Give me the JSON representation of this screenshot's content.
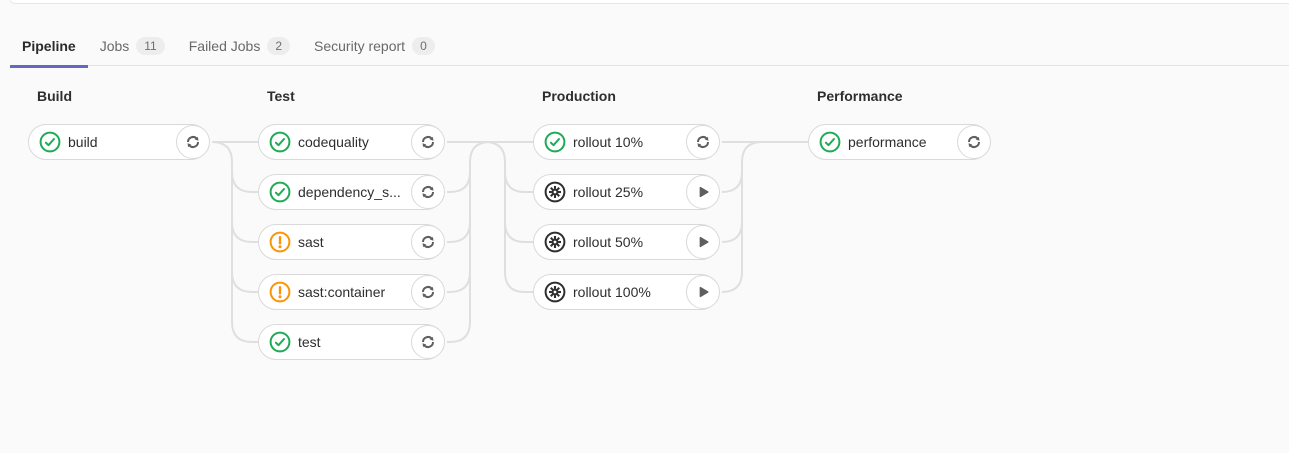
{
  "tabs": [
    {
      "label": "Pipeline",
      "active": true
    },
    {
      "label": "Jobs",
      "count": "11",
      "active": false
    },
    {
      "label": "Failed Jobs",
      "count": "2",
      "active": false
    },
    {
      "label": "Security report",
      "count": "0",
      "active": false
    }
  ],
  "pipeline": {
    "stages": [
      {
        "title": "Build",
        "jobs": [
          {
            "name": "build",
            "status": "success",
            "action": "retry"
          }
        ]
      },
      {
        "title": "Test",
        "jobs": [
          {
            "name": "codequality",
            "status": "success",
            "action": "retry"
          },
          {
            "name": "dependency_s...",
            "status": "success",
            "action": "retry"
          },
          {
            "name": "sast",
            "status": "warning",
            "action": "retry"
          },
          {
            "name": "sast:container",
            "status": "warning",
            "action": "retry"
          },
          {
            "name": "test",
            "status": "success",
            "action": "retry"
          }
        ]
      },
      {
        "title": "Production",
        "jobs": [
          {
            "name": "rollout 10%",
            "status": "success",
            "action": "retry"
          },
          {
            "name": "rollout 25%",
            "status": "manual",
            "action": "play"
          },
          {
            "name": "rollout 50%",
            "status": "manual",
            "action": "play"
          },
          {
            "name": "rollout 100%",
            "status": "manual",
            "action": "play"
          }
        ]
      },
      {
        "title": "Performance",
        "jobs": [
          {
            "name": "performance",
            "status": "success",
            "action": "retry"
          }
        ]
      }
    ]
  },
  "colors": {
    "success": "#1faa55",
    "warning": "#fc9403",
    "manual": "#2e2e2e",
    "accent": "#6666c4",
    "connector": "#dfdfdf",
    "icon_gray": "#5f5f5f",
    "pill_border": "#d9d9d9"
  }
}
